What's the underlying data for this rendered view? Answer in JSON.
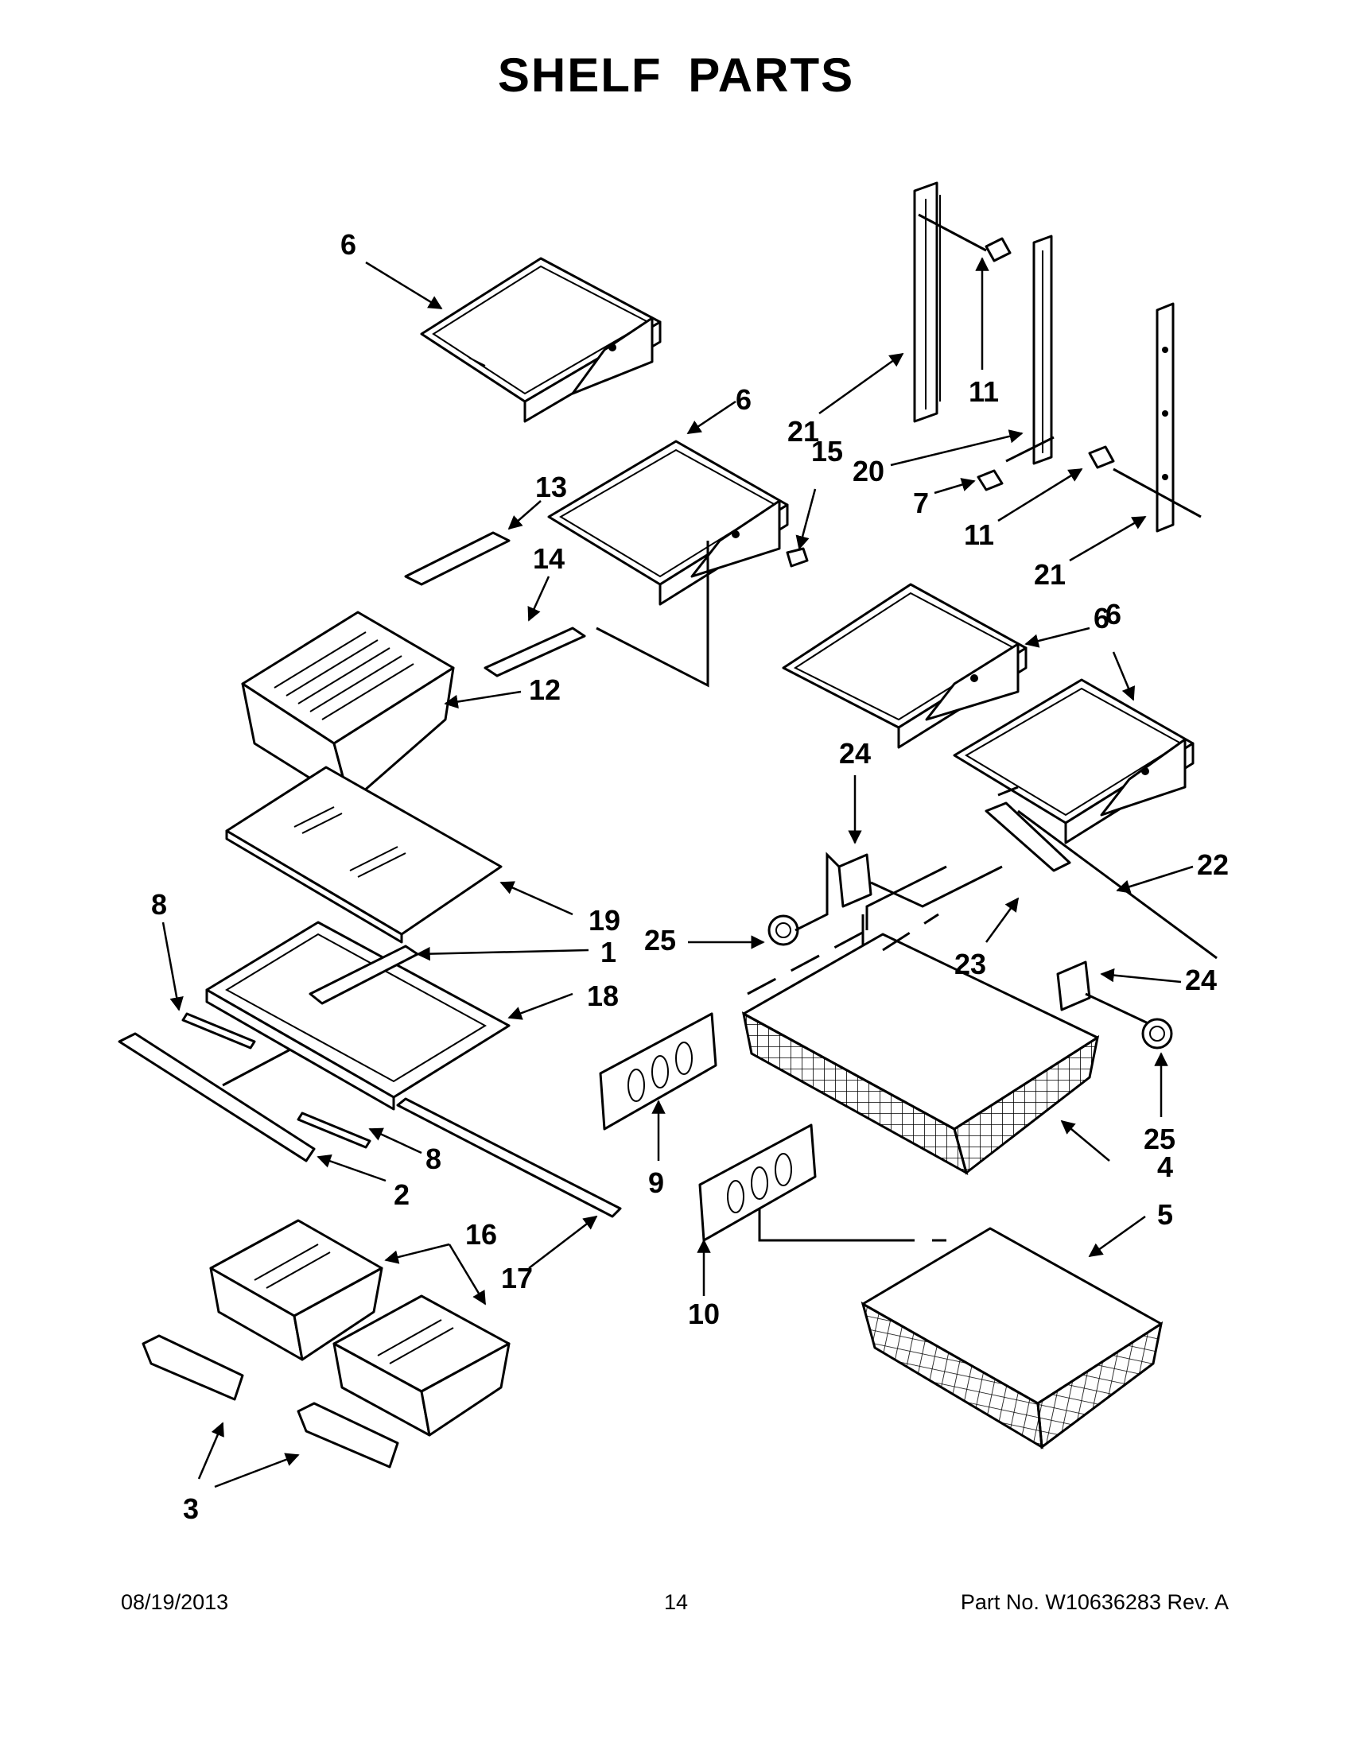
{
  "page": {
    "title": "SHELF PARTS",
    "footer_date": "08/19/2013",
    "footer_page": "14",
    "footer_part": "Part No.  W10636283  Rev.  A"
  },
  "callouts": [
    {
      "id": "c6a",
      "label": "6"
    },
    {
      "id": "c6b",
      "label": "6"
    },
    {
      "id": "c6c",
      "label": "6"
    },
    {
      "id": "c6d",
      "label": "6"
    },
    {
      "id": "c11a",
      "label": "11"
    },
    {
      "id": "c11b",
      "label": "11"
    },
    {
      "id": "c21a",
      "label": "21"
    },
    {
      "id": "c21b",
      "label": "21"
    },
    {
      "id": "c15",
      "label": "15"
    },
    {
      "id": "c20",
      "label": "20"
    },
    {
      "id": "c7",
      "label": "7"
    },
    {
      "id": "c13",
      "label": "13"
    },
    {
      "id": "c14",
      "label": "14"
    },
    {
      "id": "c12",
      "label": "12"
    },
    {
      "id": "c24a",
      "label": "24"
    },
    {
      "id": "c24b",
      "label": "24"
    },
    {
      "id": "c25a",
      "label": "25"
    },
    {
      "id": "c25b",
      "label": "25"
    },
    {
      "id": "c22",
      "label": "22"
    },
    {
      "id": "c23",
      "label": "23"
    },
    {
      "id": "c19",
      "label": "19"
    },
    {
      "id": "c1",
      "label": "1"
    },
    {
      "id": "c18",
      "label": "18"
    },
    {
      "id": "c8a",
      "label": "8"
    },
    {
      "id": "c8b",
      "label": "8"
    },
    {
      "id": "c2",
      "label": "2"
    },
    {
      "id": "c9",
      "label": "9"
    },
    {
      "id": "c4",
      "label": "4"
    },
    {
      "id": "c5",
      "label": "5"
    },
    {
      "id": "c10",
      "label": "10"
    },
    {
      "id": "c16",
      "label": "16"
    },
    {
      "id": "c17",
      "label": "17"
    },
    {
      "id": "c3",
      "label": "3"
    }
  ]
}
